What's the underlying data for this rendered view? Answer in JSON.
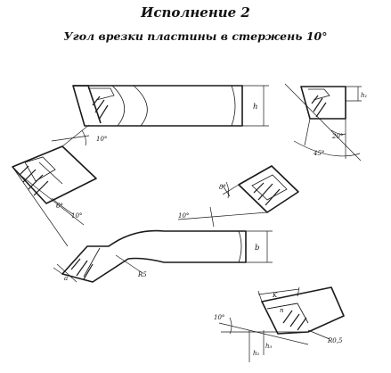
{
  "header": {
    "title": "Исполнение 2",
    "subtitle": "Угол врезки пластины в стержень 10°"
  },
  "views": {
    "top_side": {
      "dim_h": "h"
    },
    "top_end": {
      "dim_h1": "h₁",
      "angle_20": "20°",
      "angle_45": "45°"
    },
    "left_tip": {
      "angle_10": "10°",
      "angle_6": "6°",
      "angle_10b": "10°"
    },
    "middle_section": {
      "angle_8": "8°",
      "angle_10": "10°"
    },
    "plan": {
      "dim_b": "b",
      "dim_a": "a",
      "radius": "R5"
    },
    "detail": {
      "dim_k": "K",
      "dim_n": "n",
      "angle_10": "10°",
      "dim_h2": "h₂",
      "dim_h3": "h₃",
      "radius": "R0,5"
    }
  },
  "colors": {
    "ink": "#1a1a1a",
    "paper": "#ffffff"
  }
}
